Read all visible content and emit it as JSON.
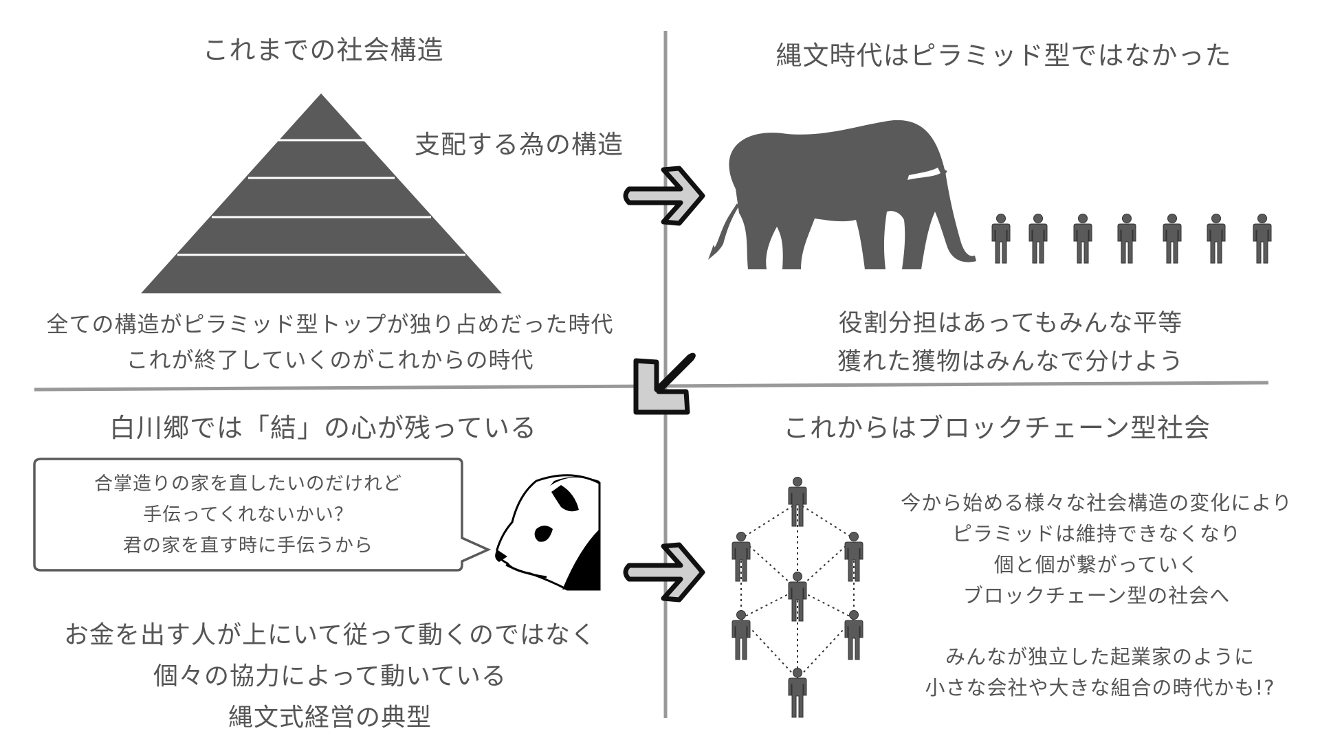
{
  "top_left": {
    "title": "これまでの社会構造",
    "pyramid_label": "支配する為の構造",
    "caption": [
      "全ての構造がピラミッド型トップが独り占めだった時代",
      "これが終了していくのがこれからの時代"
    ]
  },
  "top_right": {
    "title": "縄文時代はピラミッド型ではなかった",
    "caption": [
      "役割分担はあってもみんな平等",
      "獲れた獲物はみんなで分けよう"
    ]
  },
  "bottom_left": {
    "title": "白川郷では「結」の心が残っている",
    "bubble": [
      "合掌造りの家を直したいのだけれど",
      "手伝ってくれないかい？",
      "君の家を直す時に手伝うから"
    ],
    "caption": [
      "お金を出す人が上にいて従って動くのではなく",
      "個々の協力によって動いている",
      "縄文式経営の典型"
    ]
  },
  "bottom_right": {
    "title": "これからはブロックチェーン型社会",
    "text1": [
      "今から始める様々な社会構造の変化により",
      "ピラミッドは維持できなくなり",
      "個と個が繋がっていく",
      "ブロックチェーン型の社会へ"
    ],
    "text2": [
      "みんなが独立した起業家のように",
      "小さな会社や大きな組合の時代かも!?"
    ]
  },
  "colors": {
    "figure": "#5a5a5a",
    "divider": "#999999",
    "text": "#555555",
    "arrow_fill": "#cfcfcf",
    "arrow_stroke": "#111111"
  },
  "icons": [
    "pyramid-icon",
    "elephant-icon",
    "person-icon",
    "panda-icon",
    "arrow-right-icon",
    "arrow-down-left-icon",
    "network-icon"
  ]
}
